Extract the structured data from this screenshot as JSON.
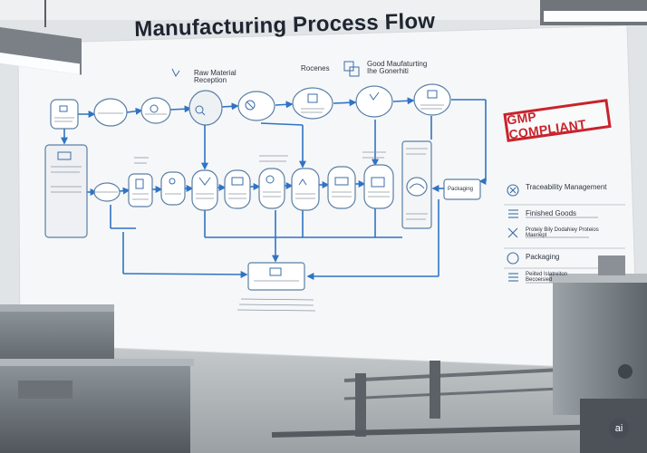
{
  "board": {
    "title": "Manufacturing Process Flow",
    "raw_material_reception": "Raw Material\nReception",
    "rocenes": "Rocenes",
    "good_manufacturing": "Good Maufaturting\nIhe Gonerhiti",
    "stamp": "GMP COMPLIANT",
    "packaging": "Packaging"
  },
  "legend": {
    "items": [
      {
        "label": "Traceability Management",
        "icon": "hourglass-icon"
      },
      {
        "label": "Finished Goods",
        "icon": "checklist-icon"
      },
      {
        "label": "Proteiy Bily Dodahiey Proteios\nMaeriept",
        "icon": "x-mark-icon"
      },
      {
        "label": "Packaging",
        "icon": "package-icon"
      },
      {
        "label": "Peiited Islatreiton\nBecoeisied",
        "icon": "list-icon"
      }
    ]
  },
  "colors": {
    "wall": "#f4f5f6",
    "line": "#2f73c4",
    "node_stroke": "#5a7fa6",
    "stamp": "#c8232c",
    "text": "#2c3440"
  },
  "watermark": "ai"
}
